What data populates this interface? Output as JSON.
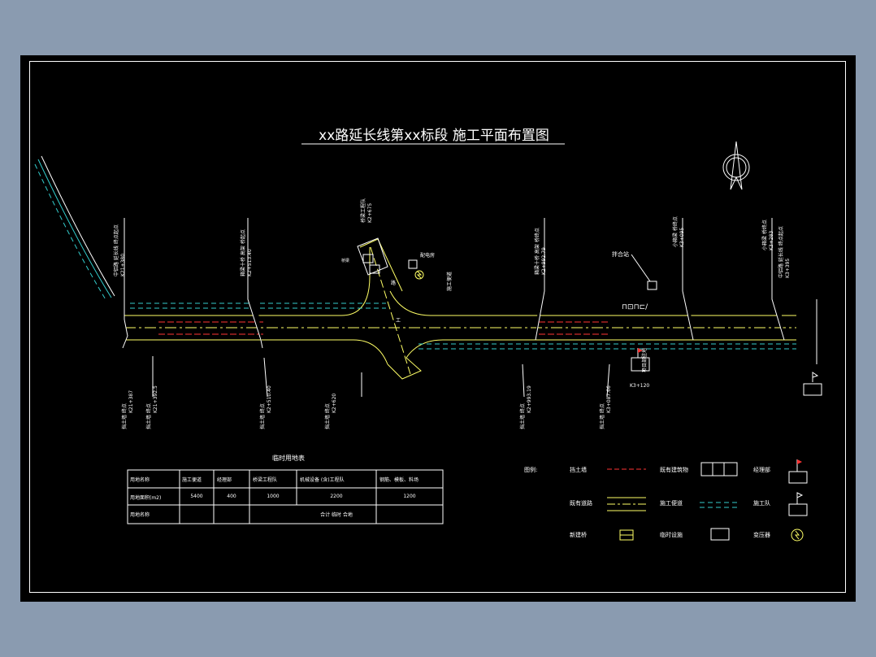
{
  "title": "xx路延长线第xx标段 施工平面布置图",
  "road_labels": {
    "top": [
      {
        "name": "中铝路 延长线 终点起点",
        "station": "K21+380"
      },
      {
        "name": "箱梁十桥 高架 桥起点",
        "station": "K2+513.40"
      },
      {
        "name": "桥梁工程队",
        "station": "K2+675"
      },
      {
        "name": "箱梁十桥 高架 桥终点",
        "station": "K2+992.79"
      },
      {
        "name": "小箱梁 桥终点",
        "station": "K3+095"
      },
      {
        "name": "小箱梁 桥终点",
        "station": "K3+283"
      },
      {
        "name": "中铝路 延长线 终点起点",
        "station": "K3+395"
      }
    ],
    "bottom": [
      {
        "name": "挡土墙 终点",
        "station": "K21+387"
      },
      {
        "name": "挡土墙 终点",
        "station": "K21+392.5"
      },
      {
        "name": "挡土墙 终点",
        "station": "K2+510.40"
      },
      {
        "name": "挡土墙 终点",
        "station": "K2+620"
      },
      {
        "name": "挡土墙 终点",
        "station": "K2+993.19"
      },
      {
        "name": "挡土墙 终点",
        "station": "K3+087.66"
      }
    ],
    "misc": {
      "bridge_team": "桥梁",
      "power": "配电房",
      "road_side": "施工便道",
      "mixing": "拌合站",
      "project_office": "项目部驻地",
      "project_station": "K3+120",
      "machine_team": "机械设备 (含)工程队",
      "road_text": "路",
      "road_text2": "工"
    }
  },
  "table": {
    "title": "临时用地表",
    "headers": [
      "用地名称",
      "施工便道",
      "经理部",
      "桥梁工程队",
      "机械设备 (含)工程队",
      "钢筋、模板、料场"
    ],
    "row1_label": "用地面积(m2)",
    "row1": [
      "5400",
      "400",
      "1000",
      "2200",
      "1200"
    ],
    "row2_label": "用地名称",
    "row2_note": "合计 临时 合地"
  },
  "legend": {
    "title": "图例:",
    "items": [
      {
        "label": "挡土墙"
      },
      {
        "label": "既有建筑物"
      },
      {
        "label": "经理部"
      },
      {
        "label": "既有道路"
      },
      {
        "label": "施工便道"
      },
      {
        "label": "施工队"
      },
      {
        "label": "新建桥"
      },
      {
        "label": "临时设施"
      },
      {
        "label": "变压器"
      }
    ]
  },
  "colors": {
    "background": "#000000",
    "frame": "#ffffff",
    "road": "#ffff66",
    "retaining_wall": "#ff3333",
    "temporary_road": "#33cccc",
    "centerline": "#ffffff",
    "desktop": "#8a9bb0"
  },
  "icons": {
    "north": "north-arrow-icon",
    "flag": "flag-icon",
    "transformer": "transformer-icon"
  }
}
